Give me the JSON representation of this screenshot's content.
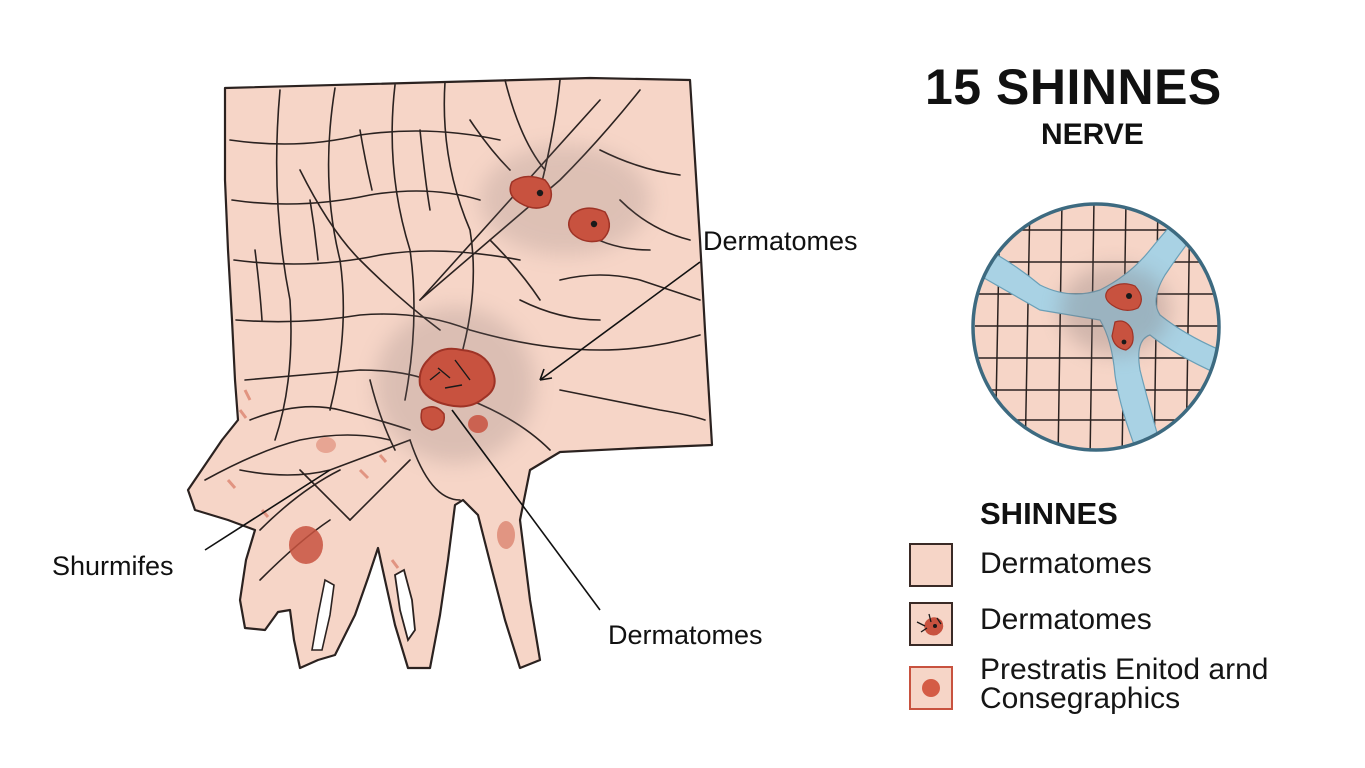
{
  "figure": {
    "title": "15 SHINNES",
    "subtitle": "NERVE"
  },
  "callouts": {
    "upper_right": "Dermatomes",
    "lower_left": "Shurmifes",
    "lower_right": "Dermatomes"
  },
  "legend": {
    "title": "SHINNES",
    "items": [
      {
        "label": "Dermatomes",
        "icon": "plain-skin-swatch"
      },
      {
        "label": "Dermatomes",
        "icon": "lesion-skin-swatch"
      },
      {
        "label": "Prestratis Enitod arnd Consegraphics",
        "icon": "red-dot-swatch"
      }
    ]
  },
  "colors": {
    "skin": "#f6d5c7",
    "outline": "#2b2220",
    "lesion": "#c8523f",
    "lesion_dark": "#9e3326",
    "nerve_blue": "#a9d2e4",
    "inset_border": "#3d6a80",
    "halo": "#7d6e6e"
  }
}
